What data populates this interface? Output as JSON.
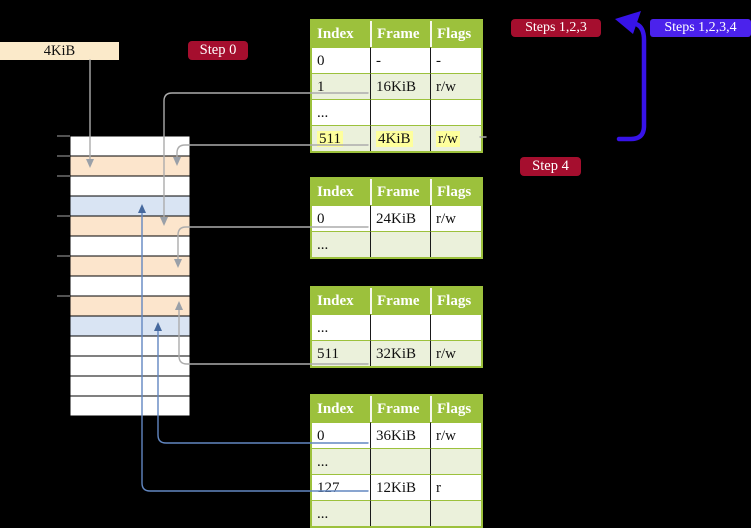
{
  "labels": {
    "page_size": "4KiB",
    "step0": "Step 0",
    "steps123": "Steps 1,2,3",
    "steps1234": "Steps 1,2,3,4",
    "step4": "Step 4"
  },
  "colors": {
    "background": "#000000",
    "table_green": "#9cc13c",
    "row_light_green": "#ebf1db",
    "highlight_yellow": "#feff9c",
    "badge_red": "#a50e2e",
    "badge_violet": "#4b22ec",
    "label_wheat": "#fbeaca",
    "memory_white": "#ffffff",
    "memory_peach": "#fce5cc",
    "memory_blue": "#d9e4f3",
    "arrow_gray": "#acacac",
    "arrow_gray_head": "#9aa0a8",
    "arrow_blue": "#6287c1",
    "arrow_blue_head": "#46699e",
    "arrow_violet": "#3713e8",
    "tick_gray": "#888888"
  },
  "tables": [
    {
      "name": "page-table-1",
      "headers": [
        "Index",
        "Frame",
        "Flags"
      ],
      "rows": [
        {
          "cells": [
            "0",
            "-",
            "-"
          ],
          "highlight": false
        },
        {
          "cells": [
            "1",
            "16KiB",
            "r/w"
          ],
          "highlight": false
        },
        {
          "cells": [
            "...",
            "",
            ""
          ],
          "highlight": false
        },
        {
          "cells": [
            "511",
            "4KiB",
            "r/w"
          ],
          "highlight": true
        }
      ]
    },
    {
      "name": "page-table-2",
      "headers": [
        "Index",
        "Frame",
        "Flags"
      ],
      "rows": [
        {
          "cells": [
            "0",
            "24KiB",
            "r/w"
          ],
          "highlight": false
        },
        {
          "cells": [
            "...",
            "",
            ""
          ],
          "highlight": false
        }
      ]
    },
    {
      "name": "page-table-3",
      "headers": [
        "Index",
        "Frame",
        "Flags"
      ],
      "rows": [
        {
          "cells": [
            "...",
            "",
            ""
          ],
          "highlight": false
        },
        {
          "cells": [
            "511",
            "32KiB",
            "r/w"
          ],
          "highlight": false
        }
      ]
    },
    {
      "name": "page-table-4",
      "headers": [
        "Index",
        "Frame",
        "Flags"
      ],
      "rows": [
        {
          "cells": [
            "0",
            "36KiB",
            "r/w"
          ],
          "highlight": false
        },
        {
          "cells": [
            "...",
            "",
            ""
          ],
          "highlight": false
        },
        {
          "cells": [
            "127",
            "12KiB",
            "r"
          ],
          "highlight": false
        },
        {
          "cells": [
            "...",
            "",
            ""
          ],
          "highlight": false
        }
      ]
    }
  ],
  "memory_stack": {
    "rows": [
      "white",
      "peach",
      "white",
      "blue",
      "peach",
      "white",
      "peach",
      "white",
      "peach",
      "blue",
      "white",
      "white",
      "white",
      "white"
    ]
  },
  "links": [
    {
      "from": "4KiB label",
      "to": "memory frame 4KiB",
      "style": "gray"
    },
    {
      "from": "table1 index 1 (16KiB)",
      "to": "memory frame 16KiB",
      "style": "gray"
    },
    {
      "from": "table1 index 511 (4KiB)",
      "to": "memory frame 4KiB",
      "style": "gray"
    },
    {
      "from": "table2 index 0 (24KiB)",
      "to": "memory frame 24KiB",
      "style": "gray"
    },
    {
      "from": "table3 index 511 (32KiB)",
      "to": "memory frame 32KiB",
      "style": "gray"
    },
    {
      "from": "table4 index 0 (36KiB)",
      "to": "memory frame 36KiB",
      "style": "blue"
    },
    {
      "from": "table4 index 127 (12KiB)",
      "to": "memory frame 12KiB",
      "style": "blue"
    },
    {
      "from": "bottom of translation",
      "to": "top of translation (loop)",
      "style": "violet"
    }
  ]
}
